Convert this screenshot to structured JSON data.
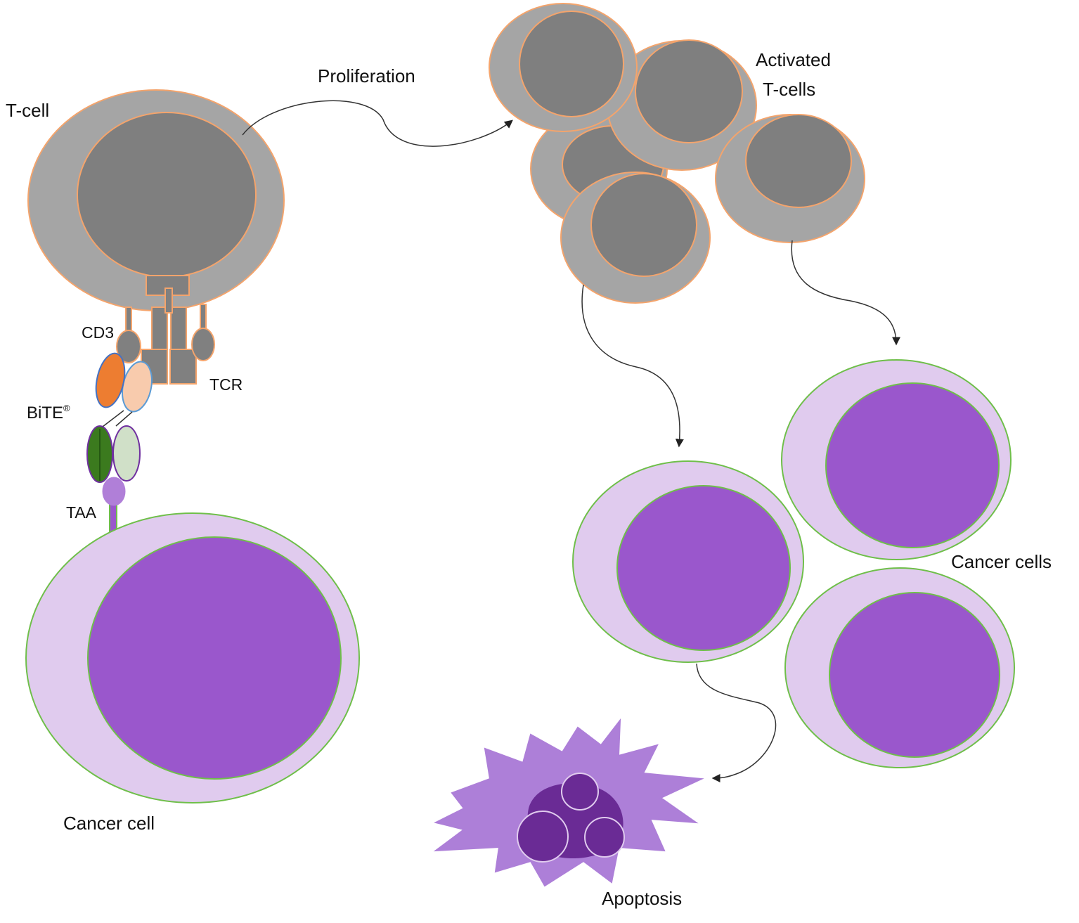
{
  "labels": {
    "t_cell": "T-cell",
    "proliferation": "Proliferation",
    "activated_line1": "Activated",
    "activated_line2": "T-cells",
    "cd3": "CD3",
    "tcr": "TCR",
    "bite": "BiTE",
    "bite_mark": "®",
    "taa": "TAA",
    "cancer_cell": "Cancer cell",
    "cancer_cells": "Cancer cells",
    "apoptosis": "Apoptosis"
  },
  "colors": {
    "tcell_body": "#a5a5a5",
    "tcell_nucleus": "#7f7f7f",
    "tcell_outline": "#f4a46c",
    "cancer_body": "#e0cbee",
    "cancer_nucleus": "#9a57cc",
    "cancer_outline": "#6fbf4a",
    "bite_orange": "#ed7d31",
    "bite_peach": "#f8cbad",
    "bite_dark_green": "#3b7a1e",
    "bite_light_green": "#d0e0c8",
    "taa": "#b07fd8",
    "apoptosis_star": "#ad7fd8",
    "apoptosis_core": "#6a2b95",
    "arrow": "#333333"
  }
}
